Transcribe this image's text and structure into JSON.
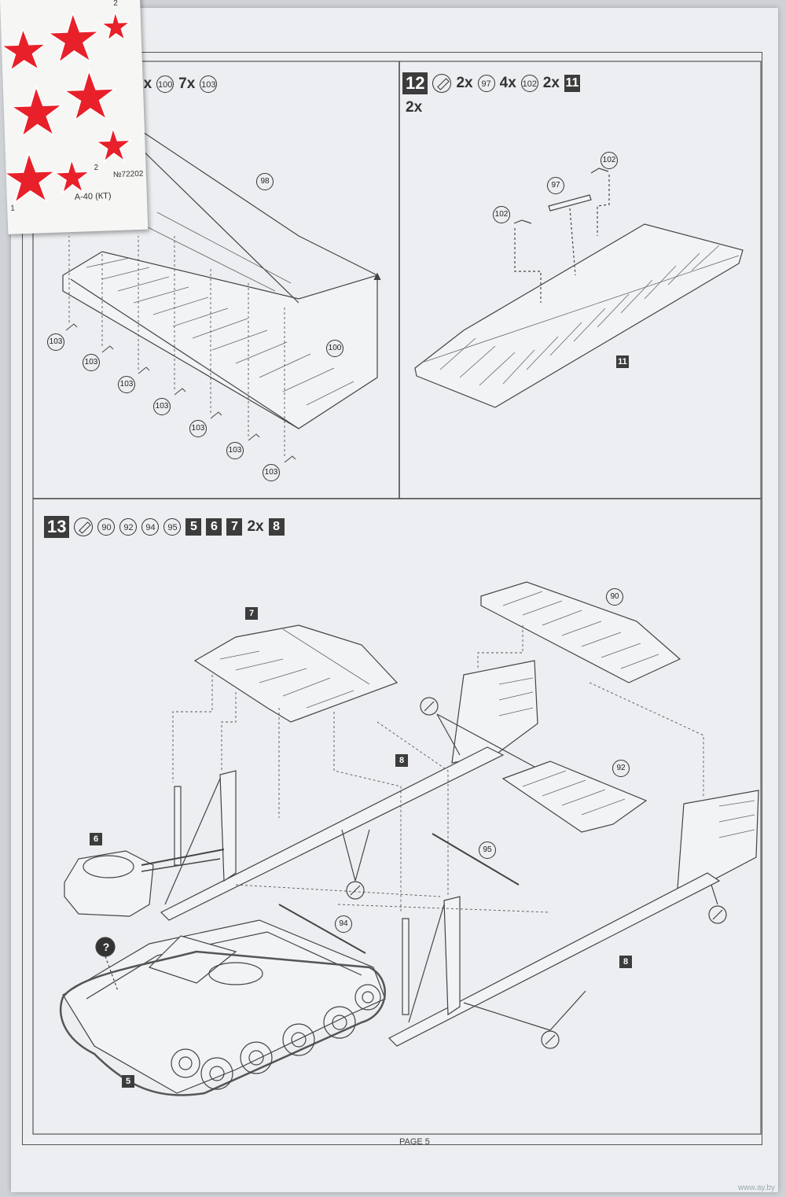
{
  "step11_header": {
    "qty_a": "2x",
    "part_a": "100",
    "qty_b": "7x",
    "part_b": "103"
  },
  "step12_header": {
    "step": "12",
    "qty_a": "2x",
    "part_a": "97",
    "qty_b": "4x",
    "part_b": "102",
    "qty_c": "2x",
    "part_c": "11",
    "multiplier": "2x"
  },
  "step13_header": {
    "step": "13",
    "parts": [
      "90",
      "92",
      "94",
      "95"
    ],
    "boxes": [
      "5",
      "6",
      "7"
    ],
    "qty": "2x",
    "box_last": "8"
  },
  "step11_labels": {
    "p98": "98",
    "p100": "100",
    "p103": "103"
  },
  "step12_labels": {
    "p97": "97",
    "p102": "102",
    "p11": "11"
  },
  "step13_labels": {
    "p7": "7",
    "p90": "90",
    "p92": "92",
    "p95": "95",
    "p94": "94",
    "p8": "8",
    "p6": "6",
    "p5": "5",
    "question": "?"
  },
  "decal": {
    "number": "№72202",
    "title": "А-40 (КТ)",
    "n1": "1",
    "n2": "2",
    "n2b": "2"
  },
  "page": "PAGE 5",
  "watermark": "www.ay.by",
  "colors": {
    "star": "#e8202a",
    "ink": "#333333",
    "paper": "#eceef1"
  }
}
